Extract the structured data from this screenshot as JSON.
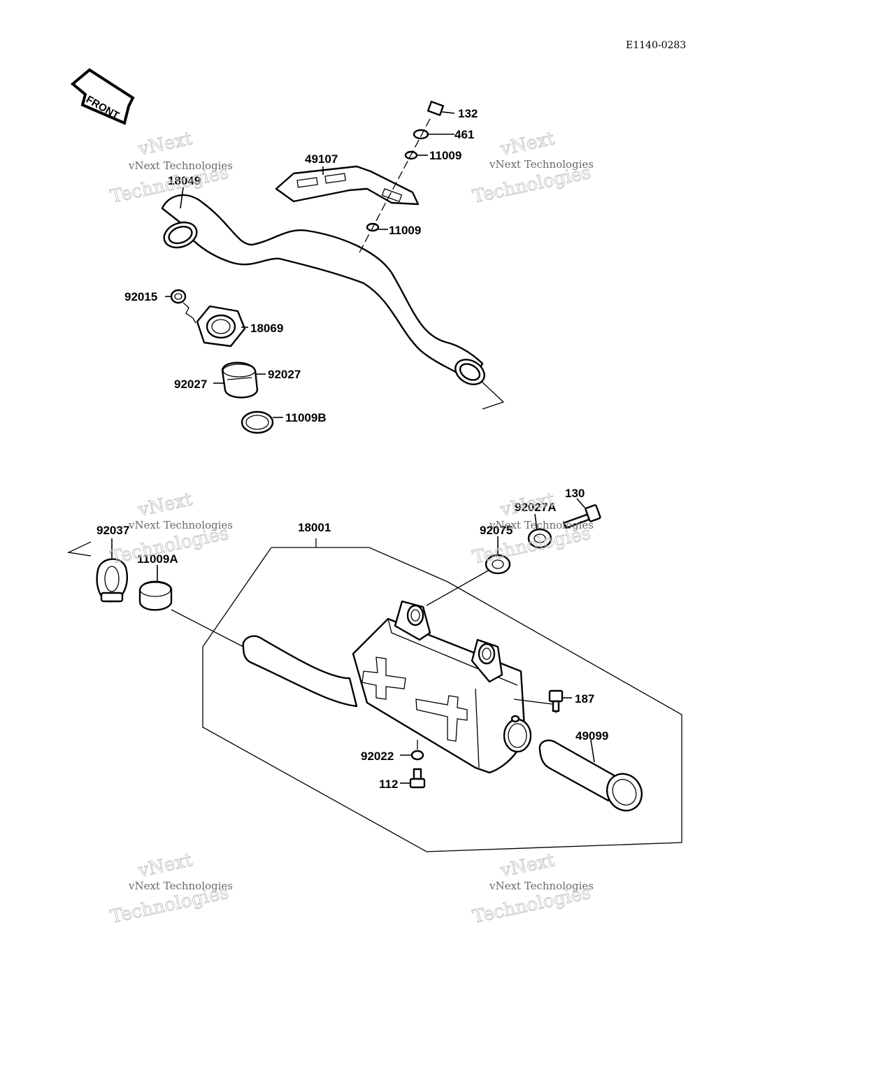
{
  "diagram_code": "E1140-0283",
  "front_arrow_label": "FRONT",
  "watermark": {
    "line1": "vNext Technologies",
    "line2": "vNext",
    "line3": "Technologies"
  },
  "parts": {
    "p132": "132",
    "p461": "461",
    "p11009_top": "11009",
    "p49107": "49107",
    "p18049": "18049",
    "p11009_mid": "11009",
    "p92015": "92015",
    "p18069": "18069",
    "p92027_left": "92027",
    "p92027_right": "92027",
    "p11009B": "11009B",
    "p92037": "92037",
    "p11009A": "11009A",
    "p18001": "18001",
    "p92027A": "92027A",
    "p130": "130",
    "p92075": "92075",
    "p187": "187",
    "p49099": "49099",
    "p92022": "92022",
    "p112": "112"
  }
}
